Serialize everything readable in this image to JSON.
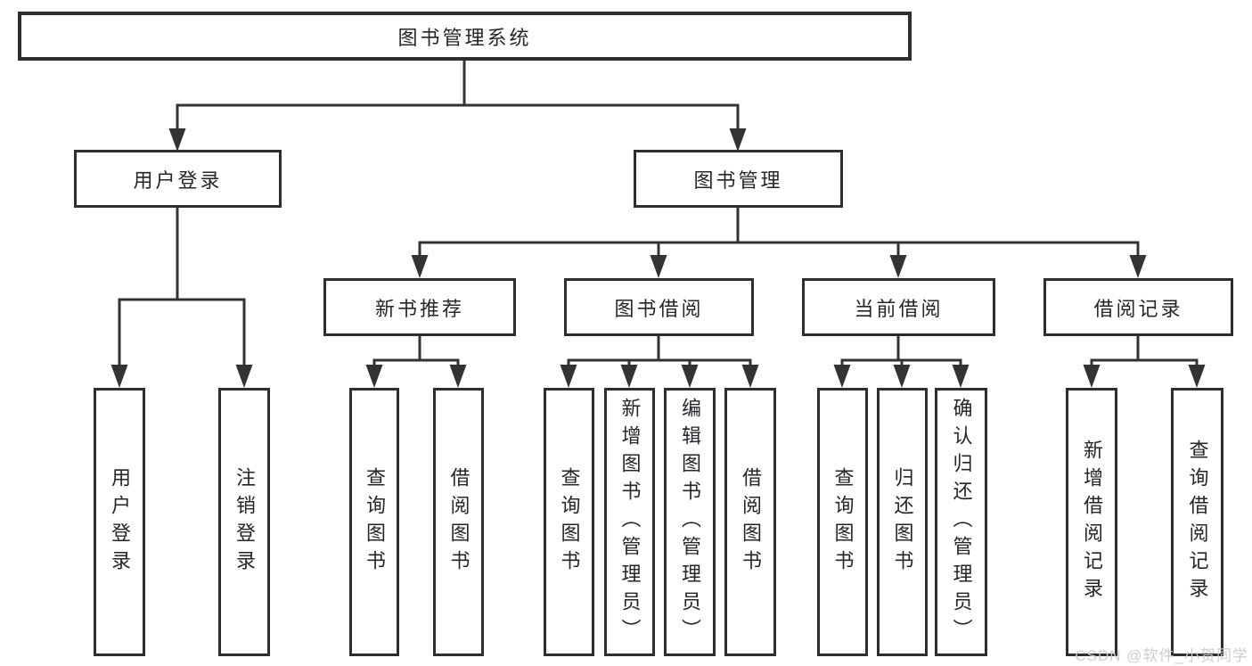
{
  "diagram": {
    "title": "图书管理系统",
    "root": {
      "label": "图书管理系统"
    },
    "level2": [
      {
        "label": "用户登录"
      },
      {
        "label": "图书管理"
      }
    ],
    "level3": [
      {
        "label": "新书推荐"
      },
      {
        "label": "图书借阅"
      },
      {
        "label": "当前借阅"
      },
      {
        "label": "借阅记录"
      }
    ],
    "leaves": [
      {
        "label": "用户登录"
      },
      {
        "label": "注销登录"
      },
      {
        "label": "查询图书"
      },
      {
        "label": "借阅图书"
      },
      {
        "label": "查询图书"
      },
      {
        "label": "新增图书（管理员）"
      },
      {
        "label": "编辑图书（管理员）"
      },
      {
        "label": "借阅图书"
      },
      {
        "label": "查询图书"
      },
      {
        "label": "归还图书"
      },
      {
        "label": "确认归还（管理员）"
      },
      {
        "label": "新增借阅记录"
      },
      {
        "label": "查询借阅记录"
      }
    ]
  },
  "watermark": {
    "text": "CSDN @软件_小贺同学"
  },
  "colors": {
    "line": "#333333",
    "border": "#2e2e2e",
    "text": "#24262b",
    "background": "#ffffff",
    "watermark": "#cacaca"
  }
}
